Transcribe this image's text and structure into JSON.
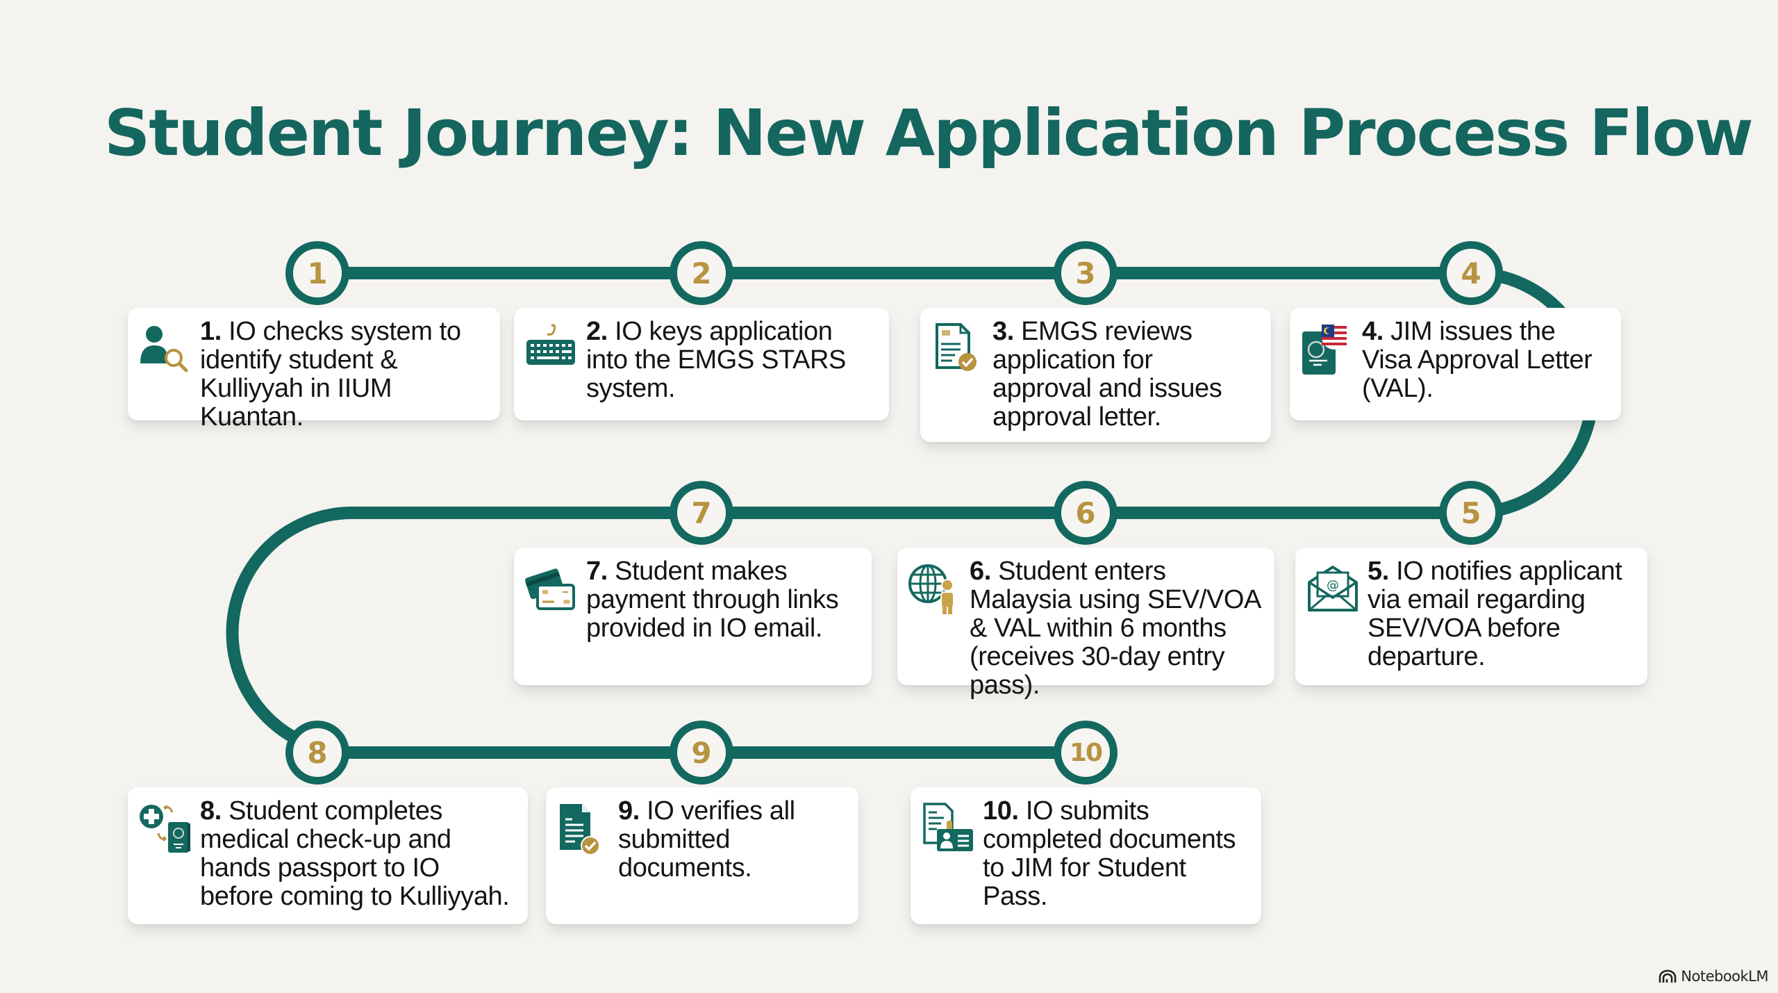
{
  "title": "Student Journey: New Application Process Flow",
  "colors": {
    "path": "#13685f",
    "number": "#b89340",
    "background": "#f4f3ef",
    "card": "#ffffff"
  },
  "steps": [
    {
      "number": "1",
      "prefix": "1.",
      "text": "IO checks system to identify student & Kulliyyah in IIUM Kuantan.",
      "icon": "user-search-icon"
    },
    {
      "number": "2",
      "prefix": "2.",
      "text": "IO keys application into the EMGS STARS system.",
      "icon": "keyboard-icon"
    },
    {
      "number": "3",
      "prefix": "3.",
      "text": "EMGS reviews application for approval and issues approval letter.",
      "icon": "document-approved-icon"
    },
    {
      "number": "4",
      "prefix": "4.",
      "text": "JIM issues the Visa Approval Letter (VAL).",
      "icon": "passport-flag-icon"
    },
    {
      "number": "5",
      "prefix": "5.",
      "text": "IO notifies applicant via email regarding SEV/VOA before departure.",
      "icon": "email-icon"
    },
    {
      "number": "6",
      "prefix": "6.",
      "text": "Student enters Malaysia using SEV/VOA & VAL within 6 months (receives 30-day entry pass).",
      "icon": "globe-person-icon"
    },
    {
      "number": "7",
      "prefix": "7.",
      "text": "Student makes payment through links provided in IO email.",
      "icon": "credit-card-icon"
    },
    {
      "number": "8",
      "prefix": "8.",
      "text": "Student completes medical check-up and hands passport to IO before coming to Kulliyyah.",
      "icon": "medical-passport-icon"
    },
    {
      "number": "9",
      "prefix": "9.",
      "text": "IO verifies all submitted documents.",
      "icon": "document-check-icon"
    },
    {
      "number": "10",
      "prefix": "10.",
      "text": "IO submits completed documents to JIM for Student Pass.",
      "icon": "document-id-card-icon"
    }
  ],
  "footer": {
    "brand": "NotebookLM"
  }
}
